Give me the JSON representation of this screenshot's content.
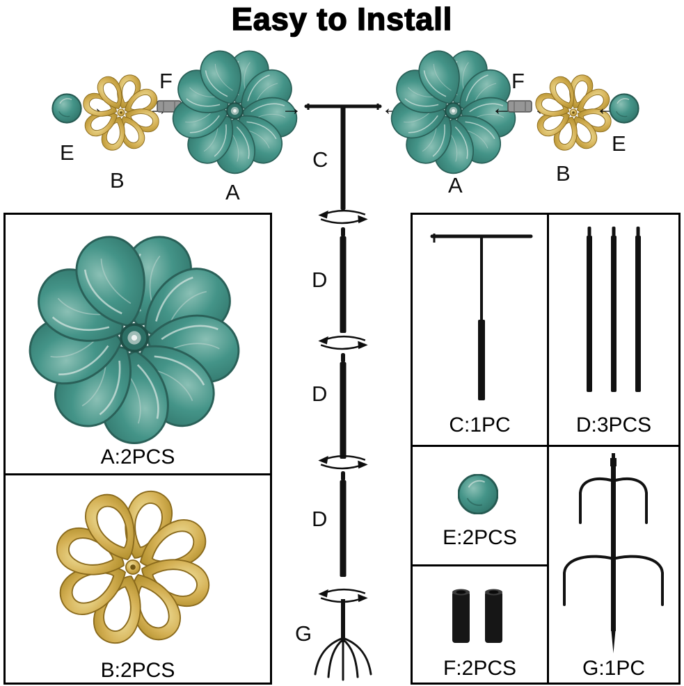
{
  "title": "Easy to Install",
  "assembly": {
    "arrow_right": "→",
    "arrow_left": "←",
    "left": {
      "e": "E",
      "b": "B",
      "f": "F",
      "a": "A"
    },
    "right": {
      "a": "A",
      "f": "F",
      "b": "B",
      "e": "E"
    }
  },
  "pole": {
    "c": "C",
    "d1": "D",
    "d2": "D",
    "d3": "D",
    "g": "G"
  },
  "parts": {
    "a": "A:2PCS",
    "b": "B:2PCS",
    "c": "C:1PC",
    "d": "D:3PCS",
    "e": "E:2PCS",
    "f": "F:2PCS",
    "g": "G:1PC"
  },
  "colors": {
    "teal": "#449488",
    "teal_dark": "#2d6f65",
    "gold": "#d4b054",
    "gold_dark": "#a6841f",
    "line": "#111111",
    "background": "#ffffff"
  }
}
